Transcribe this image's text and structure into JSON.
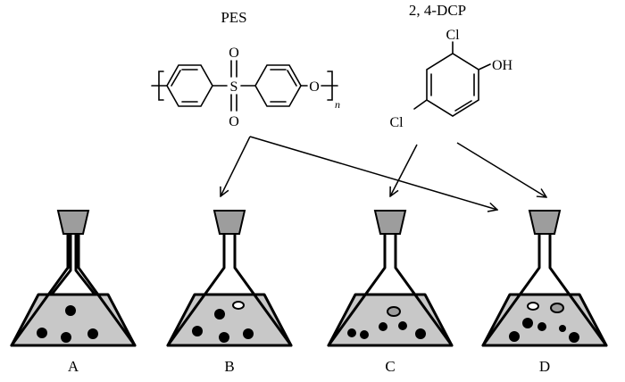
{
  "compounds": {
    "pes": {
      "title": "PES",
      "sulfur": "S",
      "oxygen_top": "O",
      "oxygen_bottom": "O",
      "ether_oxygen": "O",
      "repeat_subscript": "n"
    },
    "dcp": {
      "title": "2, 4-DCP",
      "chlorine_top": "Cl",
      "hydroxyl": "OH",
      "chlorine_bottom": "Cl"
    }
  },
  "flasks": [
    {
      "label": "A"
    },
    {
      "label": "B"
    },
    {
      "label": "C"
    },
    {
      "label": "D"
    }
  ],
  "colors": {
    "liquid": "#c8c8c8",
    "stopper": "#9d9d9d",
    "particle_dark": "#000000",
    "particle_pes": "#ffffff",
    "particle_dcp": "#9d9d9d"
  }
}
